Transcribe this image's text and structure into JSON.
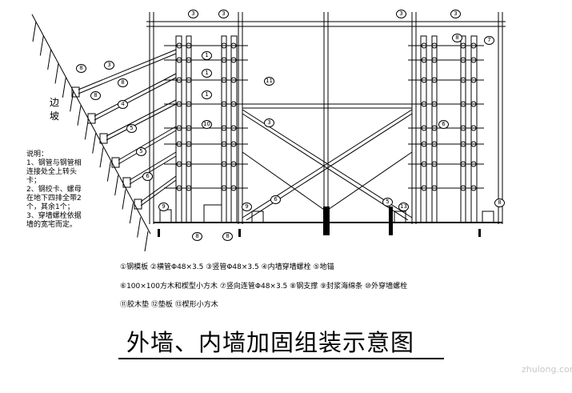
{
  "title": "外墙、内墙加固组装示意图",
  "slope_label": "边坡",
  "notes": {
    "heading": "说明：",
    "items": [
      "1、钢管与钢管相连接处全上转头卡；",
      "2、钢绞卡、螺母在地下四排全带2个，其余1个；",
      "3、穿墙螺栓依据墙的宽宅而定。"
    ]
  },
  "legend": {
    "line1": "①钢模板 ②横管Φ48×3.5 ③竖管Φ48×3.5 ④内墙穿墙螺栓 ⑤地锚",
    "line2": "⑥100×100方木和楔型小方木 ⑦竖向连管Φ48×3.5 ⑧钢支撑 ⑨封浆海绵条 ⑩外穿墙螺栓",
    "line3": "⑪胶木垫 ⑫垫板 ⑬楔形小方木"
  },
  "callouts": [
    "3",
    "3",
    "3",
    "3",
    "1",
    "7",
    "1",
    "1",
    "10",
    "11",
    "3",
    "3",
    "8",
    "8",
    "4",
    "5",
    "5",
    "6",
    "6",
    "6",
    "5",
    "9",
    "9",
    "13",
    "8",
    "8",
    "8",
    "8",
    "8"
  ],
  "watermark": "zhulong.com"
}
